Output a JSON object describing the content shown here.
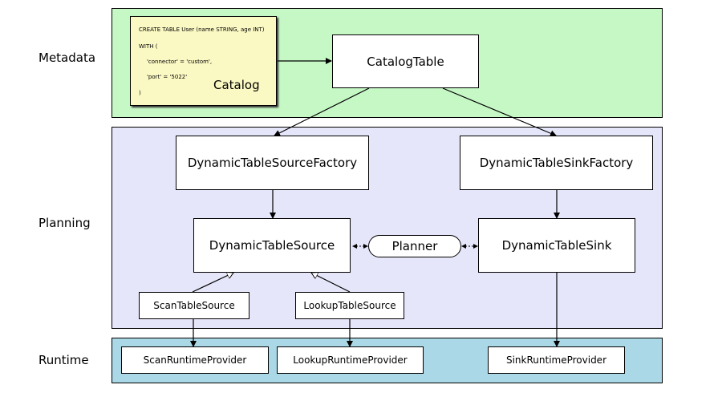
{
  "layers": {
    "metadata": {
      "label": "Metadata",
      "color": "#c6f8c6"
    },
    "planning": {
      "label": "Planning",
      "color": "#e6e6fa"
    },
    "runtime": {
      "label": "Runtime",
      "color": "#aad8e6"
    }
  },
  "catalog": {
    "label": "Catalog",
    "color": "#fbf9c3",
    "sql": [
      "CREATE TABLE User (name STRING, age INT)",
      "WITH (",
      "'connector' = 'custom',",
      "'port' = '5022'",
      ")"
    ]
  },
  "nodes": {
    "catalog_table": "CatalogTable",
    "source_factory": "DynamicTableSourceFactory",
    "sink_factory": "DynamicTableSinkFactory",
    "table_source": "DynamicTableSource",
    "planner": "Planner",
    "table_sink": "DynamicTableSink",
    "scan_source": "ScanTableSource",
    "lookup_source": "LookupTableSource",
    "scan_provider": "ScanRuntimeProvider",
    "lookup_provider": "LookupRuntimeProvider",
    "sink_provider": "SinkRuntimeProvider"
  }
}
